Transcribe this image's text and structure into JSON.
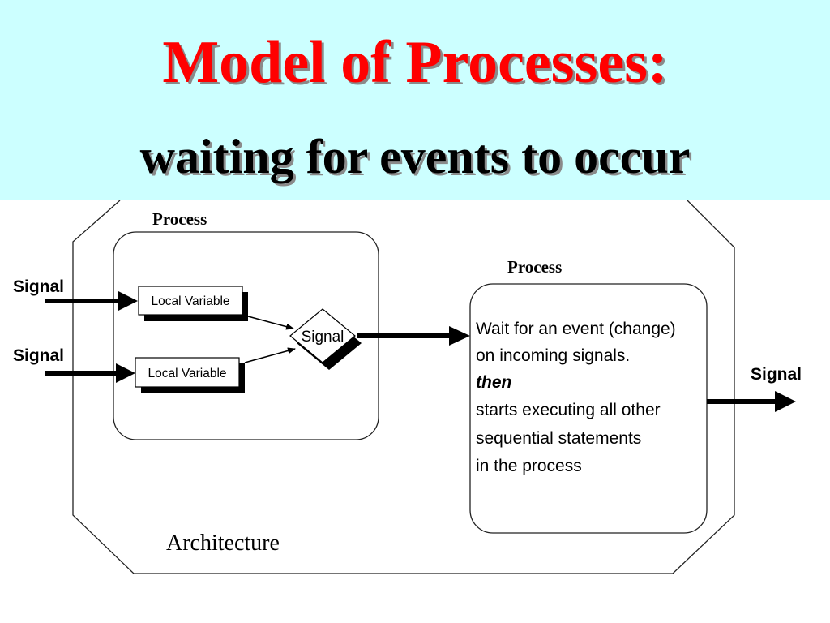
{
  "header": {
    "title": "Model of Processes:",
    "subtitle": "waiting for events to occur"
  },
  "diagram": {
    "architecture_label": "Architecture",
    "process_left_label": "Process",
    "process_right_label": "Process",
    "input_signal_1": "Signal",
    "input_signal_2": "Signal",
    "local_variable_1": "Local Variable",
    "local_variable_2": "Local Variable",
    "internal_signal": "Signal",
    "output_signal": "Signal",
    "process_text": {
      "line1": "Wait for an event (change)",
      "line2": "on incoming signals.",
      "line3": "then",
      "line4": "starts executing all other",
      "line5": "sequential statements",
      "line6": "in the process"
    }
  },
  "colors": {
    "header_bg": "#ccffff",
    "title": "#ff0000",
    "text": "#000000"
  }
}
